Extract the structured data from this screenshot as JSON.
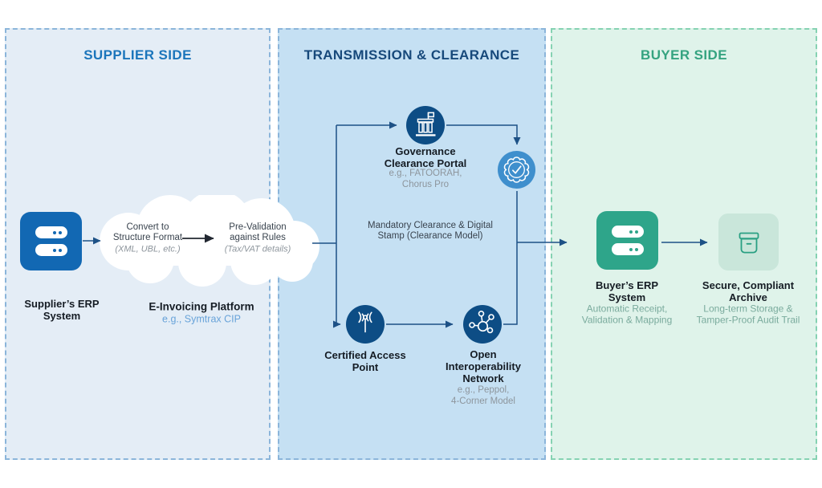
{
  "colors": {
    "supplier_accent": "#1b75bb",
    "transmission_accent": "#17497b",
    "buyer_accent": "#35a380",
    "connector": "#1d5186",
    "node_navy": "#0d4d85",
    "badge_blue": "#3f8fcd",
    "erp_blue": "#1268b3",
    "erp_green": "#2ea58a",
    "archive_green": "#2aa083"
  },
  "panels": {
    "supplier": {
      "title": "SUPPLIER SIDE",
      "erp": {
        "label": "Supplier’s ERP\nSystem"
      },
      "platform": {
        "label": "E-Invoicing Platform",
        "sub": "e.g., Symtrax CIP"
      },
      "cloud": {
        "step1": {
          "label": "Convert to\nStructure Format",
          "sub": "(XML, UBL, etc.)"
        },
        "step2": {
          "label": "Pre-Validation\nagainst Rules",
          "sub": "(Tax/VAT details)"
        }
      }
    },
    "transmission": {
      "title": "TRANSMISSION & CLEARANCE",
      "portal": {
        "label": "Governance\nClearance Portal",
        "sub": "e.g., FATOORAH,\nChorus Pro"
      },
      "note": "Mandatory Clearance & Digital\nStamp (Clearance Model)",
      "access_point": {
        "label": "Certified Access\nPoint"
      },
      "network": {
        "label": "Open\nInteroperability\nNetwork",
        "sub": "e.g., Peppol,\n4-Corner Model"
      }
    },
    "buyer": {
      "title": "BUYER SIDE",
      "erp": {
        "label": "Buyer’s ERP\nSystem",
        "sub": "Automatic Receipt,\nValidation & Mapping"
      },
      "archive": {
        "label": "Secure, Compliant\nArchive",
        "sub": "Long-term Storage &\nTamper-Proof Audit Trail"
      }
    }
  }
}
